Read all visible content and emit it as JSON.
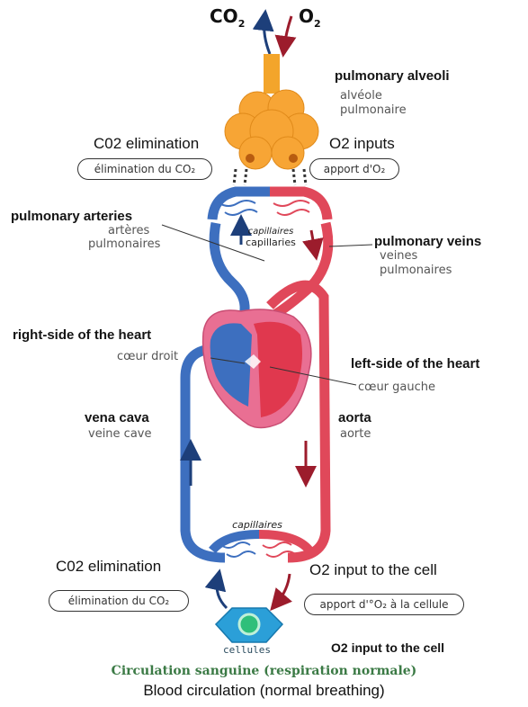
{
  "gases": {
    "co2_label": "CO",
    "co2_sub": "2",
    "o2_label": "O",
    "o2_sub": "2"
  },
  "labels": {
    "pulmonary_alveoli_en": "pulmonary alveoli",
    "alveole_fr_line1": "alvéole",
    "alveole_fr_line2": "pulmonaire",
    "co2_elimination_top_en": "C02 elimination",
    "o2_inputs_en": "O2 inputs",
    "elimination_top_pill": "élimination du CO₂",
    "apport_top_pill": "apport d'O₂",
    "pulmonary_arteries_en": "pulmonary arteries",
    "arteres_fr_line1": "artères",
    "arteres_fr_line2": "pulmonaires",
    "capillaires_top_line1": "capillaires",
    "capillaires_top_line2": "capillaries",
    "pulmonary_veins_en": "pulmonary veins",
    "veines_fr_line1": "veines",
    "veines_fr_line2": "pulmonaires",
    "right_heart_en": "right-side of the heart",
    "coeur_droit_fr": "cœur droit",
    "left_heart_en": "left-side of the heart",
    "coeur_gauche_fr": "cœur gauche",
    "vena_cava_en": "vena cava",
    "veine_cave_fr": "veine cave",
    "aorta_en": "aorta",
    "aorte_fr": "aorte",
    "capillaires_bottom": "capillaires",
    "co2_elimination_bottom_en": "C02 elimination",
    "o2_input_cell_en": "O2 input to the cell",
    "elimination_bottom_pill": "élimination du CO₂",
    "apport_bottom_pill": "apport d'°O₂ à la cellule",
    "cellules": "cellules",
    "o2_input_cell_en_2": "O2 input to the cell",
    "title_fr": "Circulation sanguine (respiration normale)",
    "title_en": "Blood circulation (normal breathing)"
  },
  "colors": {
    "oxygen_blood": "#e0485a",
    "deoxygenated_blood": "#3d6fbf",
    "alveoli": "#f7a02a",
    "heart_outer": "#e8658a",
    "cell": "#2b9fd8",
    "cell_nucleus": "#2fbf7a"
  }
}
